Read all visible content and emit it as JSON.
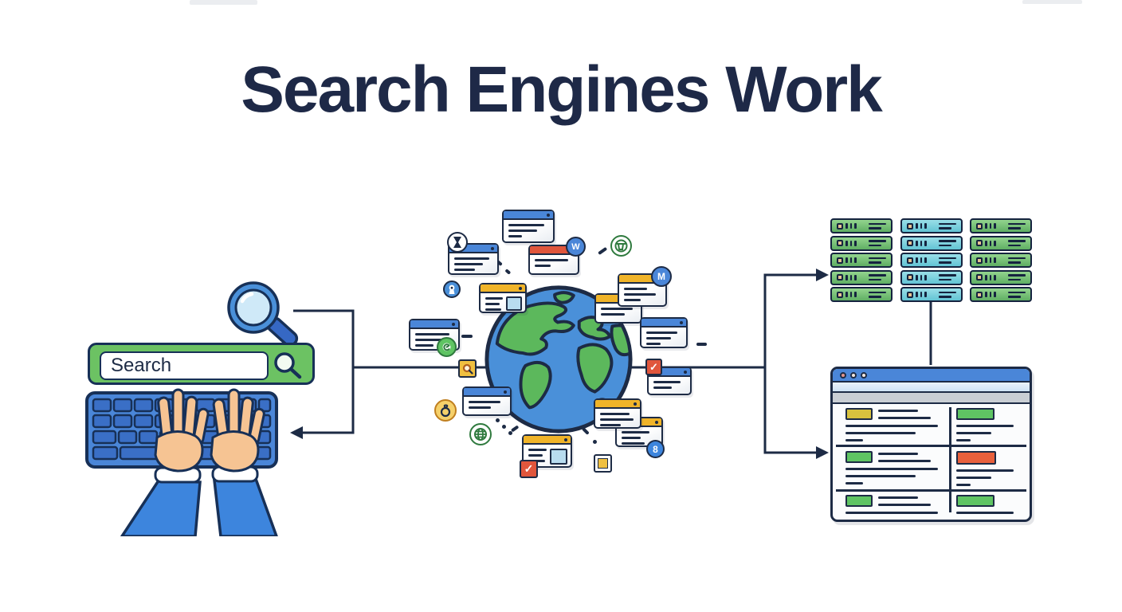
{
  "page": {
    "title": "Search Engines Work",
    "title_color": "#1e2947",
    "background": "#ffffff"
  },
  "search_box": {
    "value": "Search",
    "bar_color": "#6cc263"
  },
  "icons": {
    "check": "✓",
    "w_glyph": "W",
    "m_glyph": "M",
    "eight_glyph": "8",
    "names": [
      "magnifying-glass",
      "search-button",
      "keyboard",
      "typing-hands",
      "globe",
      "web-page-card",
      "crawler-bug",
      "stopwatch",
      "keyhole",
      "hourglass",
      "wireframe-globe",
      "basket-grid",
      "red-checkbox",
      "yellow-square",
      "magnifier-badge",
      "server-rack",
      "results-window"
    ]
  },
  "palette": {
    "outline": "#1d2b45",
    "blue": "#4a86d8",
    "light_blue": "#bfe2f6",
    "green": "#5fc463",
    "server_green": "#7cc878",
    "cyan": "#7ed0dd",
    "yellow": "#f0b429",
    "red": "#e0563c",
    "skin": "#f6c493",
    "sleeve": "#3d85dd",
    "badge_yellow": "#d8c23e"
  },
  "results_window": {
    "row_badges": [
      {
        "left": "#d8c23e",
        "right": "#5fc463"
      },
      {
        "left": "#5fc463",
        "right": "#e8603c"
      },
      {
        "left": "#5fc463",
        "right": "#5fc463"
      }
    ]
  }
}
